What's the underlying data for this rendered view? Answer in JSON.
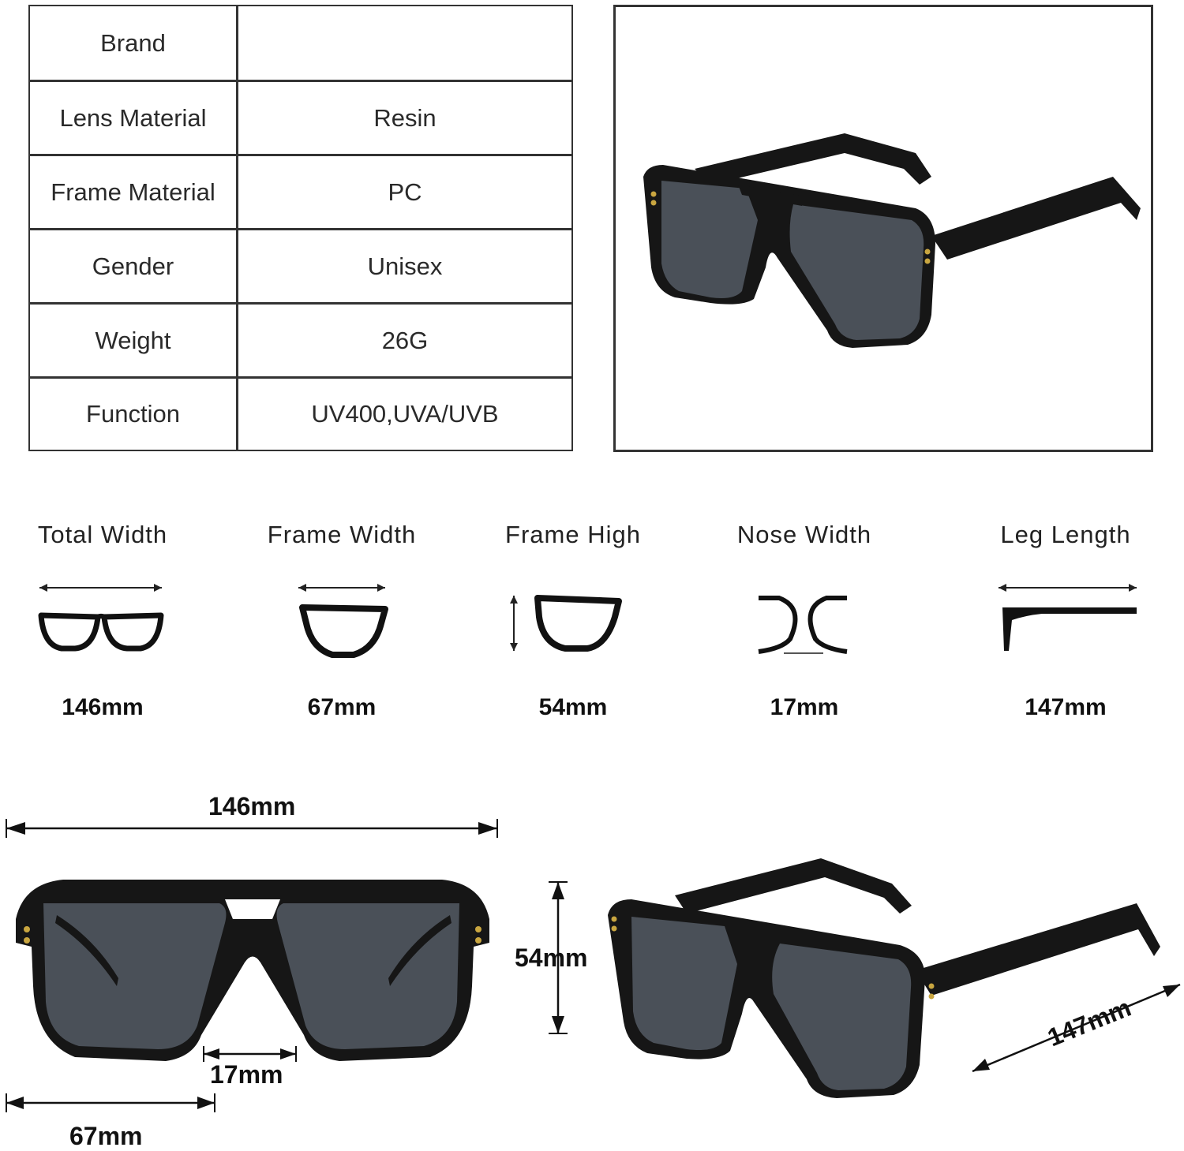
{
  "spec_table": {
    "rows": [
      {
        "label": "Brand",
        "value": ""
      },
      {
        "label": "Lens Material",
        "value": "Resin"
      },
      {
        "label": "Frame Material",
        "value": "PC"
      },
      {
        "label": "Gender",
        "value": "Unisex"
      },
      {
        "label": "Weight",
        "value": "26G"
      },
      {
        "label": "Function",
        "value": "UV400,UVA/UVB"
      }
    ]
  },
  "measurements": [
    {
      "label": "Total Width",
      "value": "146mm",
      "icon": "total-width-icon"
    },
    {
      "label": "Frame Width",
      "value": "67mm",
      "icon": "frame-width-icon"
    },
    {
      "label": "Frame High",
      "value": "54mm",
      "icon": "frame-high-icon"
    },
    {
      "label": "Nose Width",
      "value": "17mm",
      "icon": "nose-width-icon"
    },
    {
      "label": "Leg Length",
      "value": "147mm",
      "icon": "leg-length-icon"
    }
  ],
  "diagram": {
    "total_width": "146mm",
    "frame_high": "54mm",
    "nose_width": "17mm",
    "frame_width": "67mm",
    "leg_length": "147mm"
  },
  "colors": {
    "frame": "#161616",
    "lens": "#4a5058",
    "rivet": "#c9a640"
  }
}
